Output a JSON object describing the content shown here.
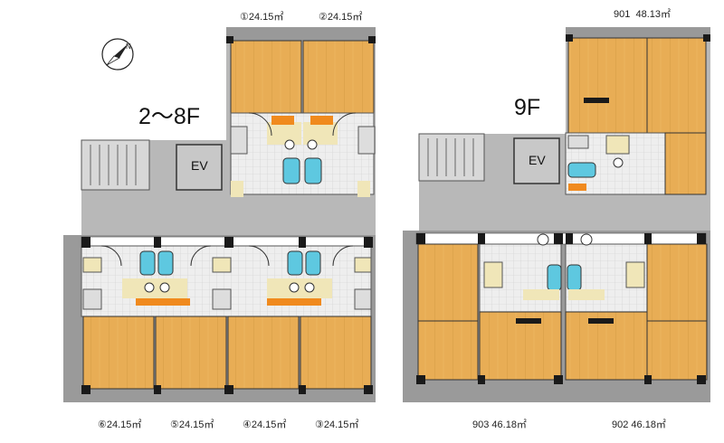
{
  "floors": {
    "left_title": "2～8F",
    "right_title": "9F"
  },
  "elevator_label": "EV",
  "compass_letter": "N",
  "units_top_left": [
    {
      "label": "①24.15㎡"
    },
    {
      "label": "②24.15㎡"
    }
  ],
  "units_bottom_left": [
    {
      "label": "⑥24.15㎡"
    },
    {
      "label": "⑤24.15㎡"
    },
    {
      "label": "④24.15㎡"
    },
    {
      "label": "③24.15㎡"
    }
  ],
  "units_right": {
    "top": "901  48.13㎡",
    "bottom_left": "903 46.18㎡",
    "bottom_right": "902 46.18㎡"
  },
  "colors": {
    "floor_wood": "#e8ad55",
    "common_gray": "#b8b8b8",
    "wall_black": "#1a1a1a",
    "bath_cyan": "#5ec8e0",
    "fixture_orange": "#f08a1e",
    "utility_beige": "#f0e6b8"
  }
}
